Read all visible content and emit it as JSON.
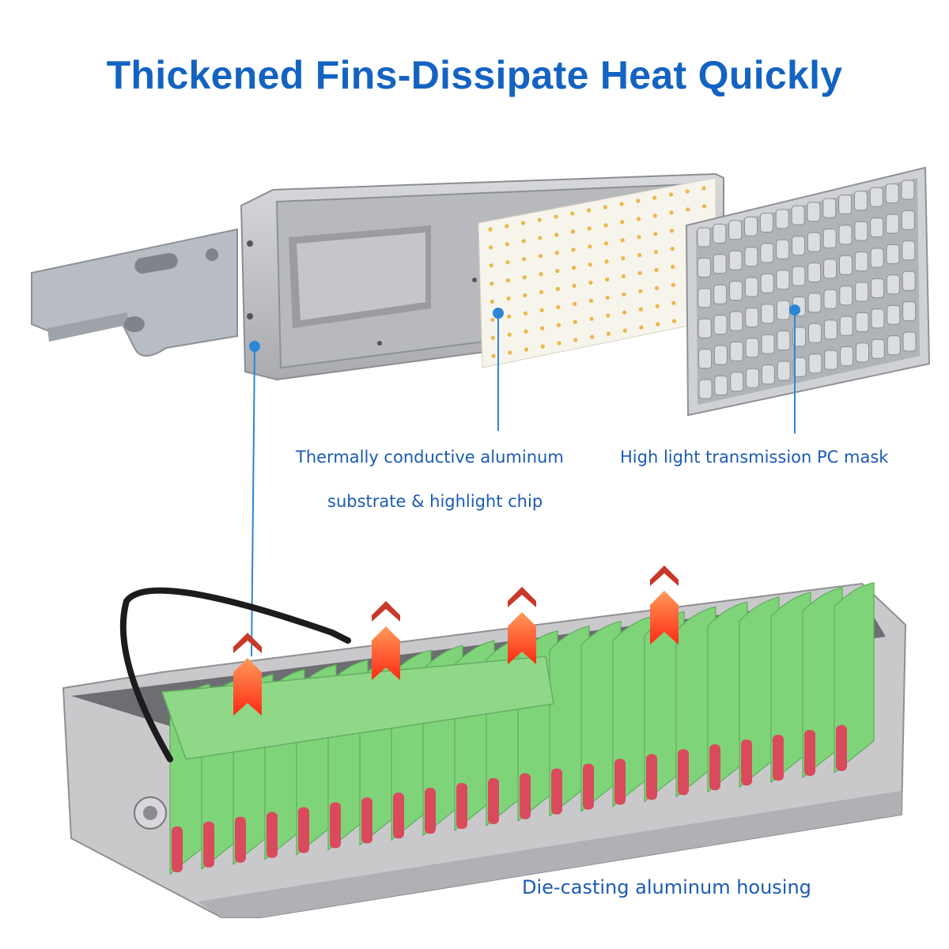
{
  "title": "Thickened Fins-Dissipate Heat Quickly",
  "labels": {
    "substrate_line1": "Thermally conductive aluminum",
    "substrate_line2": "substrate & highlight chip",
    "pc_mask": "High light transmission PC mask",
    "housing": "Die-casting aluminum housing"
  },
  "colors": {
    "title": "#1463c2",
    "callout": "#2c86d6",
    "fin": "#7fd47a",
    "fin_base": "#d94a5c",
    "arrow": "#f05a22",
    "housing": "#c9c9cc"
  },
  "parts": [
    "mounting-bracket",
    "front-frame",
    "led-board",
    "pc-lens-mask",
    "heatsink-housing"
  ],
  "icons": [
    "heat-arrow-icon"
  ]
}
